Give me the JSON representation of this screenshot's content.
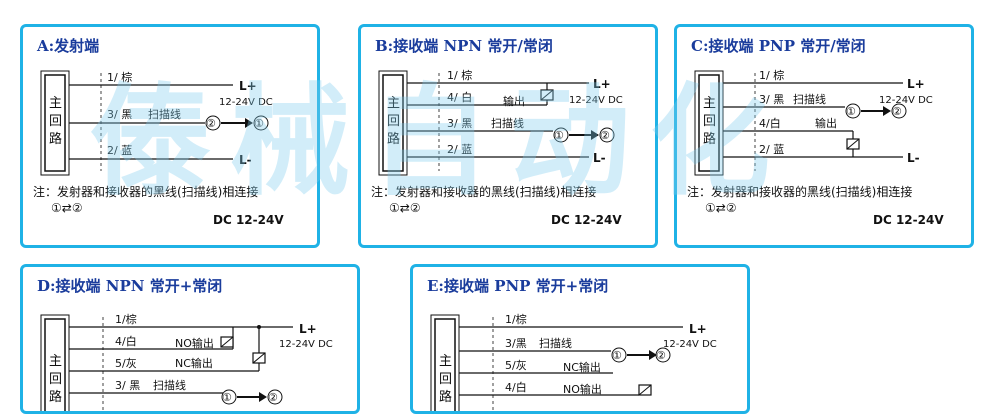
{
  "watermark": "傣械自动化",
  "panels": {
    "a": {
      "title": "A:发射端",
      "block": [
        "主",
        "回",
        "路"
      ],
      "wires": [
        "1/ 棕",
        "3/ 黑",
        "2/ 蓝"
      ],
      "scan_label": "扫描线",
      "lplus": "L+",
      "lminus": "L-",
      "voltage": "12-24V DC",
      "circle1": "①",
      "circle2": "②",
      "note_line1": "注：发射器和接收器的黑线(扫描线)相连接",
      "note_line2": "①⇄②",
      "dc": "DC  12-24V"
    },
    "b": {
      "title": "B:接收端  NPN  常开/常闭",
      "block": [
        "主",
        "回",
        "路"
      ],
      "wires": [
        "1/ 棕",
        "4/ 白",
        "3/ 黑",
        "2/ 蓝"
      ],
      "output_label": "输出",
      "scan_label": "扫描线",
      "lplus": "L+",
      "lminus": "L-",
      "voltage": "12-24V DC",
      "circle1": "①",
      "circle2": "②",
      "note_line1": "注：发射器和接收器的黑线(扫描线)相连接",
      "note_line2": "①⇄②",
      "dc": "DC  12-24V"
    },
    "c": {
      "title": "C:接收端  PNP  常开/常闭",
      "block": [
        "主",
        "回",
        "路"
      ],
      "wires": [
        "1/ 棕",
        "3/ 黑",
        "4/白",
        "2/ 蓝"
      ],
      "output_label": "输出",
      "scan_label": "扫描线",
      "lplus": "L+",
      "lminus": "L-",
      "voltage": "12-24V DC",
      "circle1": "①",
      "circle2": "②",
      "note_line1": "注：发射器和接收器的黑线(扫描线)相连接",
      "note_line2": "①⇄②",
      "dc": "DC  12-24V"
    },
    "d": {
      "title": "D:接收端  NPN  常开+常闭",
      "block": [
        "主",
        "回",
        "路"
      ],
      "wires": [
        "1/棕",
        "4/白",
        "5/灰",
        "3/ 黑"
      ],
      "no_output": "NO输出",
      "nc_output": "NC输出",
      "scan_label": "扫描线",
      "lplus": "L+",
      "voltage": "12-24V DC",
      "circle1": "①",
      "circle2": "②"
    },
    "e": {
      "title": "E:接收端  PNP  常开+常闭",
      "block": [
        "主",
        "回",
        "路"
      ],
      "wires": [
        "1/棕",
        "3/黑",
        "5/灰",
        "4/白"
      ],
      "scan_label": "扫描线",
      "nc_output": "NC输出",
      "no_output": "NO输出",
      "lplus": "L+",
      "voltage": "12-24V DC",
      "circle1": "①",
      "circle2": "②"
    }
  }
}
